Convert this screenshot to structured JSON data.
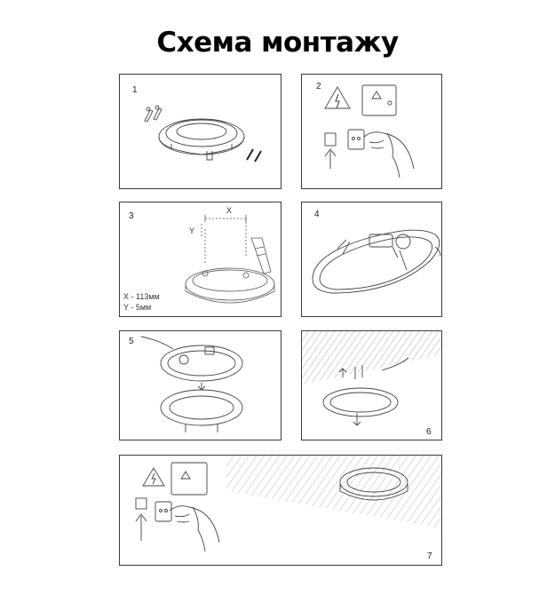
{
  "title": "Схема монтажу",
  "steps": [
    {
      "number": "1"
    },
    {
      "number": "2"
    },
    {
      "number": "3",
      "dims": [
        "X - 113мм",
        "Y - 5мм"
      ],
      "axis_x": "X",
      "axis_y": "Y"
    },
    {
      "number": "4"
    },
    {
      "number": "5"
    },
    {
      "number": "6"
    },
    {
      "number": "7"
    }
  ],
  "colors": {
    "line": "#3a3a3a",
    "background": "#ffffff",
    "text": "#000000"
  }
}
